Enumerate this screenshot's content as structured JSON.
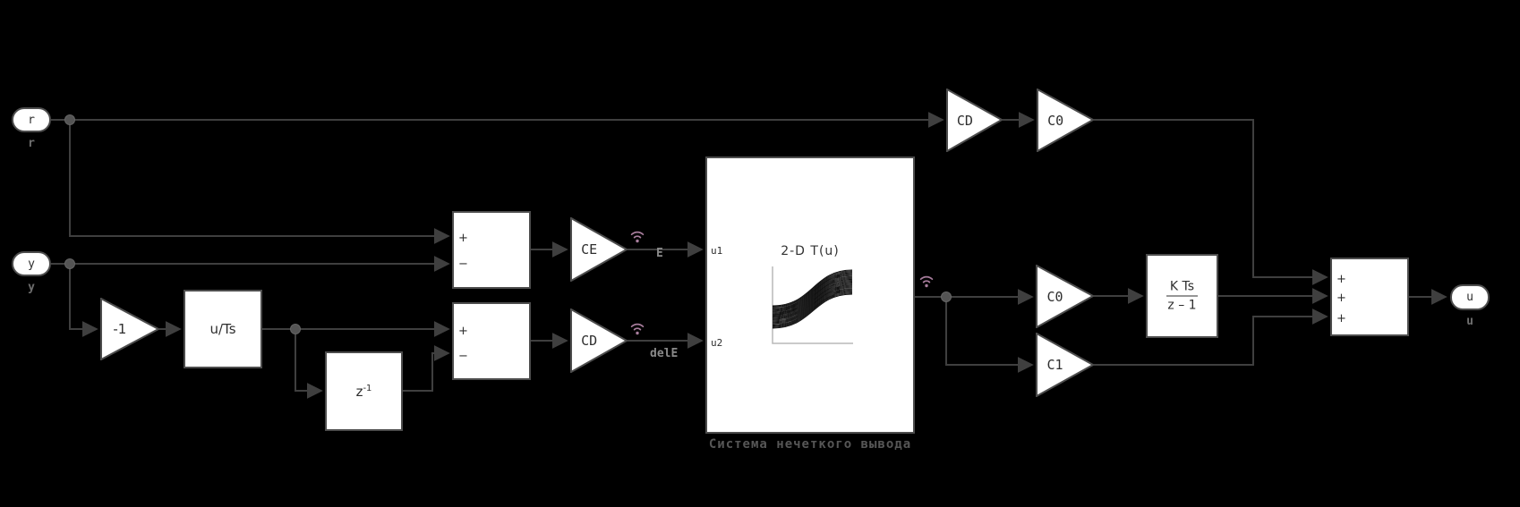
{
  "colors": {
    "background": "#000000",
    "wire": "#3f3f3f",
    "block_fill": "#ffffff",
    "block_border": "#4d4d4d",
    "block_text": "#2e2e2e",
    "gray_label": "#8a8a8a",
    "wifi_badge": "#a87d9d",
    "plot_axis": "#b8b8b8"
  },
  "ports": {
    "r": {
      "label": "r",
      "caption": "r"
    },
    "y": {
      "label": "y",
      "caption": "y"
    },
    "u": {
      "label": "u",
      "caption": "u"
    }
  },
  "gains": {
    "neg1": "-1",
    "ce": "CE",
    "cd": "CD",
    "cd_top": "CD",
    "c0_top": "C0",
    "c0_mid": "C0",
    "c1": "C1"
  },
  "blocks": {
    "u_ts": {
      "label": "u/Ts"
    },
    "unit_delay": {
      "base": "z",
      "exp": "-1"
    },
    "discrete_integrator": {
      "numerator": "K Ts",
      "denominator": "z – 1"
    }
  },
  "sums": {
    "sum1": {
      "top": "+",
      "bottom": "−"
    },
    "sum2": {
      "top": "+",
      "bottom": "−"
    },
    "sum3": {
      "in1": "+",
      "in2": "+",
      "in3": "+"
    }
  },
  "fuzzy": {
    "surface_title": "2-D T(u)",
    "input1": "u1",
    "input2": "u2",
    "caption": "Система нечеткого вывода"
  },
  "signals": {
    "error": "E",
    "delta_error": "delE"
  }
}
